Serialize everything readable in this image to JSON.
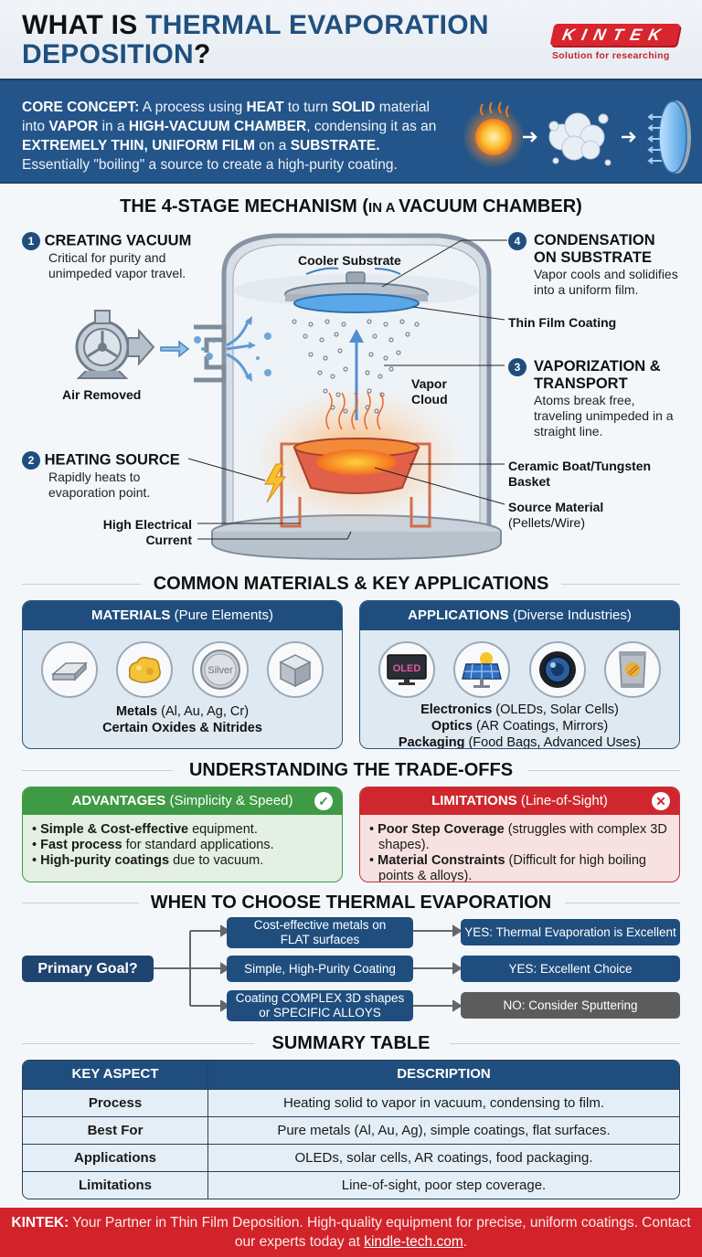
{
  "header": {
    "title_part1": "WHAT IS ",
    "title_part2": "THERMAL EVAPORATION",
    "title_part3": "DEPOSITION",
    "title_part4": "?",
    "logo_text": "KINTEK",
    "logo_tagline": "Solution for researching"
  },
  "core": {
    "label": "CORE CONCEPT:",
    "t1": " A process using ",
    "b1": "HEAT",
    "t2": " to turn ",
    "b2": "SOLID",
    "t3": " material into ",
    "b3": "VAPOR",
    "t4": " in a ",
    "b4": "HIGH-VACUUM CHAMBER",
    "t5": ", condensing it as an ",
    "b5": "EXTREMELY THIN, UNIFORM FILM",
    "t6": " on a ",
    "b6": "SUBSTRATE.",
    "t7": " Essentially \"boiling\" a source to create a high-purity coating.",
    "icons": [
      "heat-source-icon",
      "arrow-icon",
      "vapor-cloud-icon",
      "arrow-icon",
      "substrate-disc-icon"
    ]
  },
  "mechanism": {
    "title_main": "THE 4-STAGE MECHANISM ",
    "title_paren_open": "(",
    "title_small": "IN A ",
    "title_end": "VACUUM CHAMBER)",
    "stages": [
      {
        "num": "1",
        "title": "CREATING VACUUM",
        "desc": "Critical for purity and unimpeded vapor travel."
      },
      {
        "num": "2",
        "title": "HEATING SOURCE",
        "desc": "Rapidly heats to evaporation point."
      },
      {
        "num": "3",
        "title": "VAPORIZATION & TRANSPORT",
        "desc": "Atoms break free, traveling unimpeded in a straight line."
      },
      {
        "num": "4",
        "title": "CONDENSATION ON SUBSTRATE",
        "desc": "Vapor cools and solidifies into a uniform film."
      }
    ],
    "labels": {
      "air_removed": "Air Removed",
      "cooler_substrate": "Cooler Substrate",
      "thin_film": "Thin Film Coating",
      "vapor_cloud_1": "Vapor",
      "vapor_cloud_2": "Cloud",
      "boat_1": "Ceramic Boat/Tungsten",
      "boat_2": "Basket",
      "source_1": "Source Material",
      "source_2": "(Pellets/Wire)",
      "current_1": "High Electrical",
      "current_2": "Current"
    }
  },
  "materials_section": {
    "title": "COMMON MATERIALS & KEY APPLICATIONS",
    "materials": {
      "head_bold": "MATERIALS",
      "head_rest": " (Pure Elements)",
      "icons": [
        "aluminum-ingot-icon",
        "gold-nugget-icon",
        "silver-coin-icon",
        "chromium-cube-icon"
      ],
      "coin_text": "Silver",
      "line1_bold": "Metals",
      "line1_rest": " (Al, Au, Ag, Cr)",
      "line2_bold": "Certain Oxides & Nitrides"
    },
    "applications": {
      "head_bold": "APPLICATIONS",
      "head_rest": " (Diverse Industries)",
      "icons": [
        "oled-screen-icon",
        "solar-panel-icon",
        "camera-lens-icon",
        "food-bag-icon"
      ],
      "oled_text": "OLED",
      "line1_bold": "Electronics",
      "line1_rest": " (OLEDs, Solar Cells)",
      "line2_bold": "Optics",
      "line2_rest": " (AR Coatings, Mirrors)",
      "line3_bold": "Packaging",
      "line3_rest": " (Food Bags, Advanced Uses)"
    }
  },
  "tradeoffs": {
    "title": "UNDERSTANDING THE TRADE-OFFS",
    "advantages": {
      "head_bold": "ADVANTAGES",
      "head_rest": " (Simplicity & Speed)",
      "badge": "✓",
      "color": "#3f9a45",
      "items": [
        {
          "bold": "Simple & Cost-effective",
          "rest": " equipment."
        },
        {
          "bold": "Fast process",
          "rest": " for standard applications."
        },
        {
          "bold": "High-purity coatings",
          "rest": " due to vacuum."
        }
      ]
    },
    "limitations": {
      "head_bold": "LIMITATIONS",
      "head_rest": " (Line-of-Sight)",
      "badge": "✕",
      "color": "#d0272e",
      "items": [
        {
          "bold": "Poor Step Coverage",
          "rest": " (struggles with complex 3D shapes)."
        },
        {
          "bold": "Material Constraints",
          "rest": " (Difficult for high boiling points & alloys)."
        }
      ]
    }
  },
  "decision": {
    "title": "WHEN TO CHOOSE THERMAL EVAPORATION",
    "root": "Primary Goal?",
    "options": [
      {
        "condition_1": "Cost-effective metals on",
        "condition_2": "FLAT surfaces",
        "result": "YES: Thermal Evaporation is Excellent"
      },
      {
        "condition_1": "Simple, High-Purity Coating",
        "condition_2": "",
        "result": "YES: Excellent Choice"
      },
      {
        "condition_1": "Coating COMPLEX 3D shapes",
        "condition_2": "or SPECIFIC ALLOYS",
        "result": "NO: Consider Sputtering"
      }
    ]
  },
  "summary": {
    "title": "SUMMARY TABLE",
    "headers": [
      "KEY ASPECT",
      "DESCRIPTION"
    ],
    "rows": [
      [
        "Process",
        "Heating solid to vapor in vacuum, condensing to film."
      ],
      [
        "Best For",
        "Pure metals (Al, Au, Ag), simple coatings, flat surfaces."
      ],
      [
        "Applications",
        "OLEDs, solar cells, AR coatings, food packaging."
      ],
      [
        "Limitations",
        "Line-of-sight, poor step coverage."
      ]
    ]
  },
  "footer": {
    "brand": "KINTEK:",
    "text1": " Your Partner in Thin Film Deposition. High-quality equipment for precise, uniform coatings. Contact our experts today at ",
    "link": "kindle-tech.com",
    "end": "."
  },
  "colors": {
    "primary_blue": "#1f4e7e",
    "brand_red": "#d2232a",
    "advantage_green": "#3f9a45",
    "negative_gray": "#5c5c5c"
  }
}
